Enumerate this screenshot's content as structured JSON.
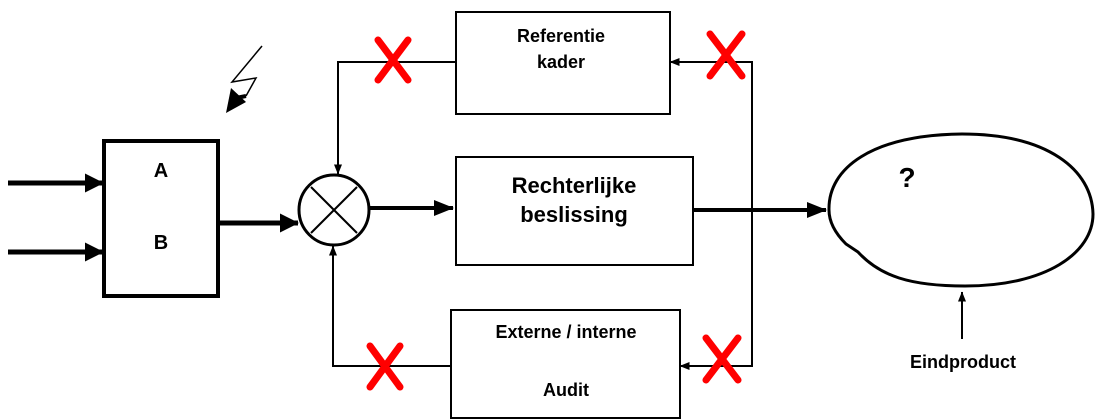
{
  "input_box": {
    "label_a": "A",
    "label_b": "B"
  },
  "referentie_box": {
    "line1": "Referentie",
    "line2": "kader"
  },
  "beslissing_box": {
    "line1": "Rechterlijke",
    "line2": "beslissing"
  },
  "audit_box": {
    "line1": "Externe / interne",
    "line2": "Audit"
  },
  "outcome": {
    "question": "?",
    "caption": "Eindproduct"
  },
  "colors": {
    "line": "#000000",
    "cross": "#ff0000",
    "background": "#ffffff"
  },
  "icons": {
    "disturbance": "lightning-bolt-icon",
    "comparator": "summing-junction-icon",
    "broken_link": "red-cross-icon"
  }
}
